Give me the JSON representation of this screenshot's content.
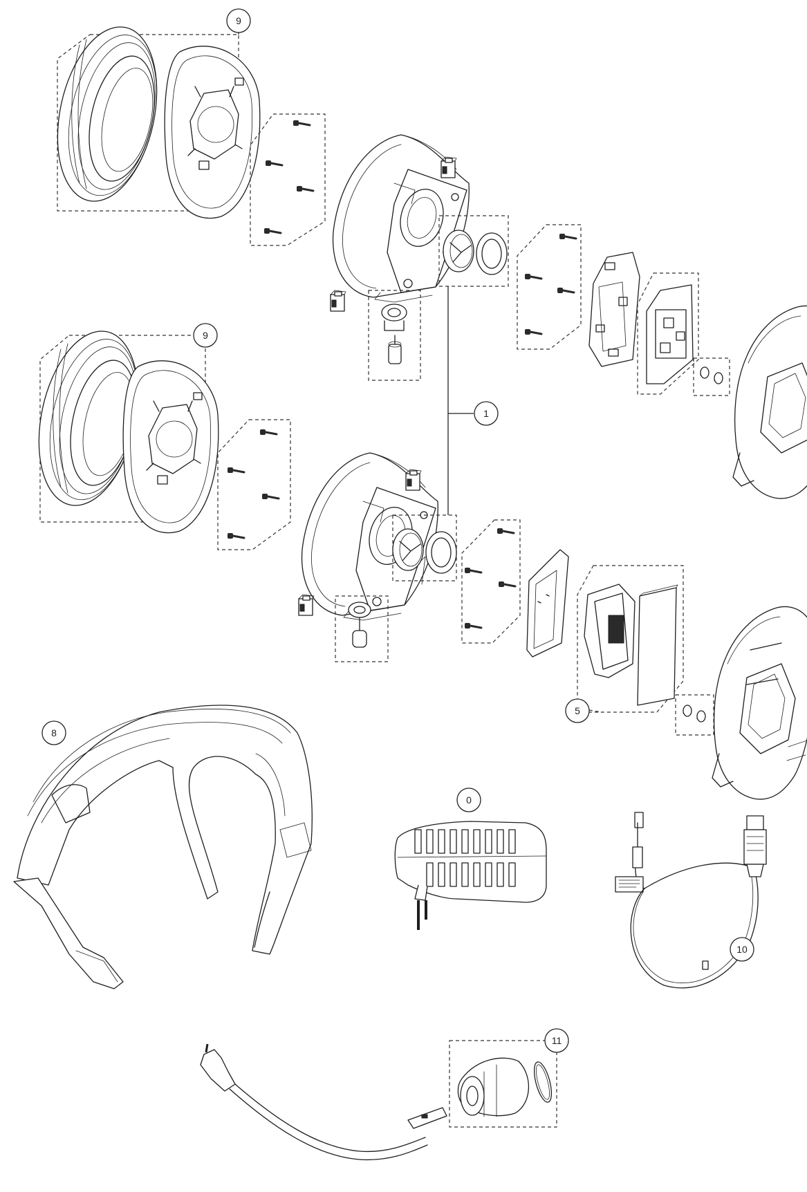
{
  "diagram": {
    "callouts": [
      {
        "id": "c9a",
        "label": "9"
      },
      {
        "id": "c9b",
        "label": "9"
      },
      {
        "id": "c1",
        "label": "1"
      },
      {
        "id": "c5",
        "label": "5"
      },
      {
        "id": "c8",
        "label": "8"
      },
      {
        "id": "c0",
        "label": "0"
      },
      {
        "id": "c10",
        "label": "10"
      },
      {
        "id": "c11",
        "label": "11"
      }
    ]
  }
}
